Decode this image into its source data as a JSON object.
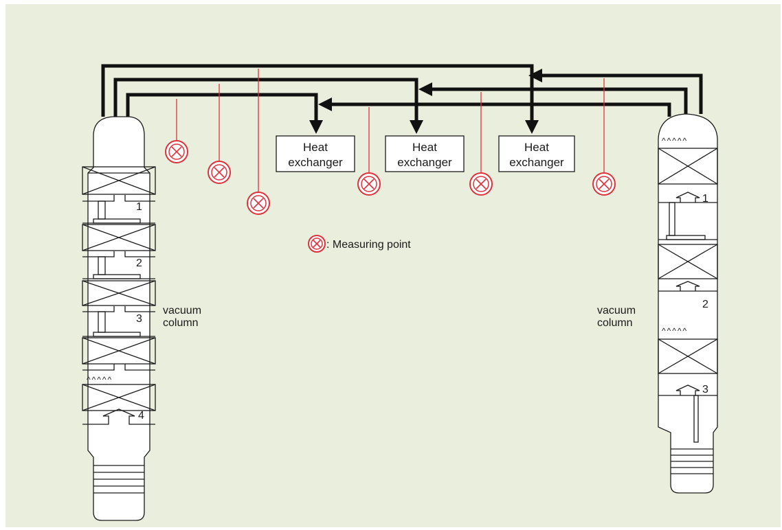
{
  "colors": {
    "background": "#eaeedd",
    "pipe": "#111111",
    "measuring_point": "#e0303a"
  },
  "heat_exchangers": [
    {
      "line1": "Heat",
      "line2": "exchanger"
    },
    {
      "line1": "Heat",
      "line2": "exchanger"
    },
    {
      "line1": "Heat",
      "line2": "exchanger"
    }
  ],
  "legend": {
    "text": ": Measuring point",
    "icon": "measuring-point-icon"
  },
  "left_column": {
    "label_line1": "vacuum",
    "label_line2": "column",
    "stage_numbers": [
      "1",
      "2",
      "3",
      "4"
    ]
  },
  "right_column": {
    "label_line1": "vacuum",
    "label_line2": "column",
    "stage_numbers": [
      "1",
      "2",
      "3"
    ]
  }
}
